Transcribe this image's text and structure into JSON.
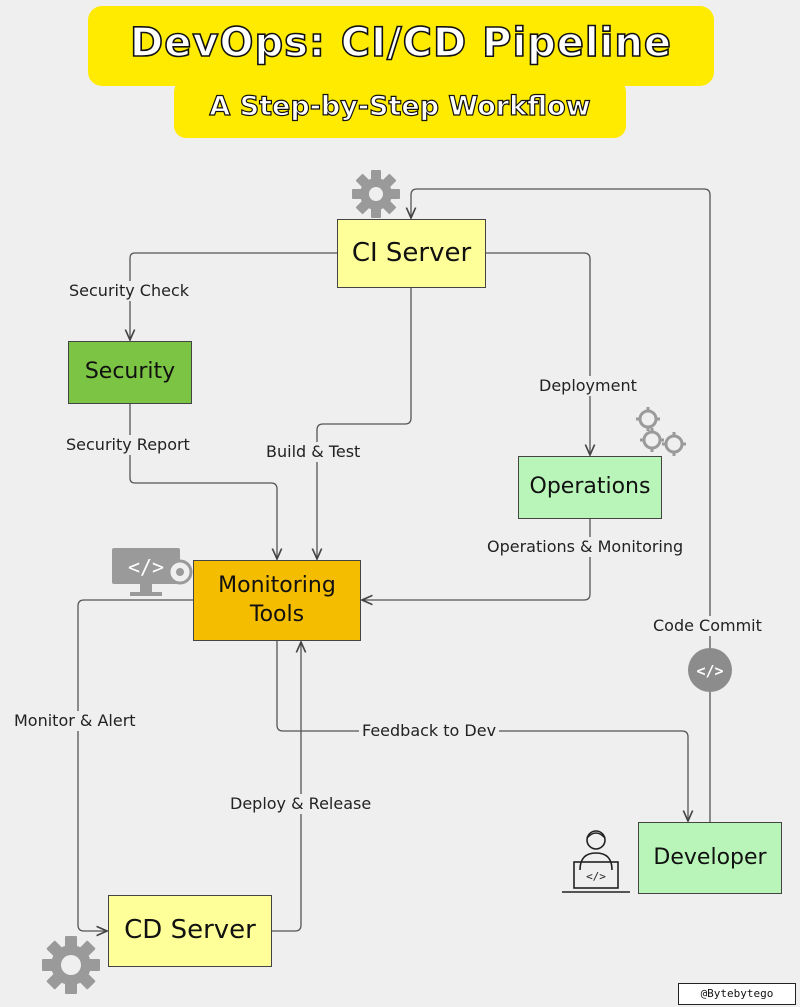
{
  "header": {
    "title": "DevOps: CI/CD Pipeline",
    "subtitle": "A Step-by-Step Workflow"
  },
  "nodes": {
    "ci_server": "CI Server",
    "security": "Security",
    "operations": "Operations",
    "monitoring_tools": "Monitoring\nTools",
    "developer": "Developer",
    "cd_server": "CD Server"
  },
  "edges": {
    "security_check": "Security Check",
    "security_report": "Security Report",
    "build_test": "Build & Test",
    "deployment": "Deployment",
    "operations_monitoring": "Operations & Monitoring",
    "code_commit": "Code Commit",
    "monitor_alert": "Monitor & Alert",
    "feedback_to_dev": "Feedback to Dev",
    "deploy_release": "Deploy & Release"
  },
  "icons": {
    "ci_gear": "gear-icon",
    "ops_gears": "gears-icon",
    "monitor_screen": "code-monitor-icon",
    "code_commit_badge": "code-icon",
    "developer_person": "developer-at-laptop-icon",
    "cd_gear": "gear-icon"
  },
  "credit": "@Bytebytego"
}
